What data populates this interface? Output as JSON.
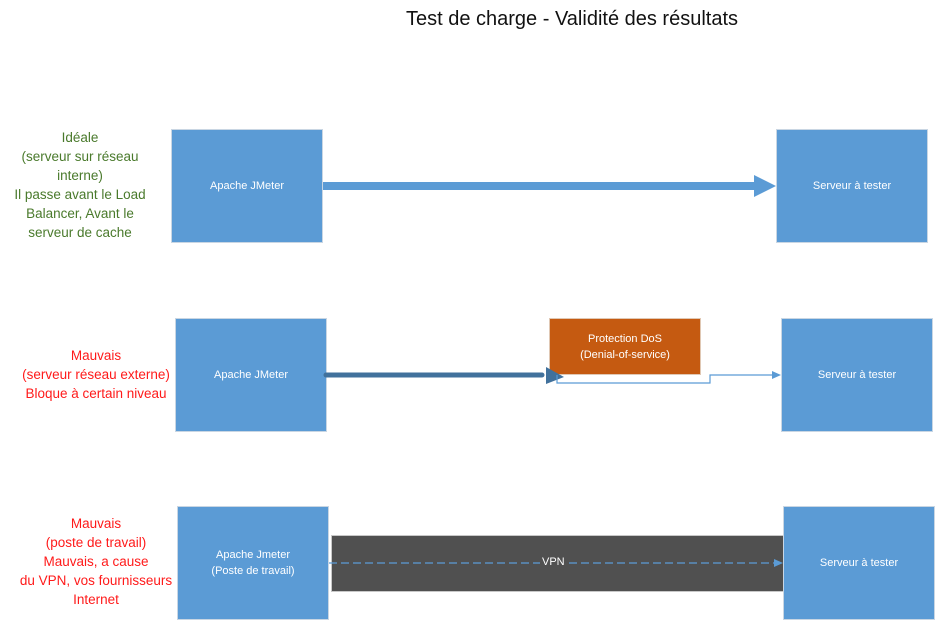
{
  "title": "Test de charge - Validité des résultats",
  "rows": [
    {
      "status": "good",
      "description": [
        "Idéale",
        "(serveur sur réseau",
        "interne)",
        "Il passe avant le Load",
        "Balancer, Avant le",
        "serveur de cache"
      ],
      "client": [
        "Apache JMeter"
      ],
      "server": "Serveur à tester",
      "connection": "direct"
    },
    {
      "status": "bad",
      "description": [
        "Mauvais",
        "(serveur réseau externe)",
        "Bloque à certain niveau"
      ],
      "client": [
        "Apache JMeter"
      ],
      "middleware": [
        "Protection DoS",
        "(Denial-of-service)"
      ],
      "server": "Serveur à tester",
      "connection": "through-dos-protection"
    },
    {
      "status": "bad",
      "description": [
        "Mauvais",
        "(poste de travail)",
        "Mauvais, a cause",
        "du VPN, vos fournisseurs",
        "Internet"
      ],
      "client": [
        "Apache Jmeter",
        "(Poste de travail)"
      ],
      "tunnel": "VPN",
      "server": "Serveur à tester",
      "connection": "dashed-through-vpn"
    }
  ],
  "colors": {
    "good_text": "#4a7a2c",
    "bad_text": "#ff1a1a",
    "box_fill": "#5b9bd5",
    "dos_fill": "#c55a11",
    "vpn_fill": "#505050",
    "arrow_light": "#5b9bd5",
    "arrow_dark": "#41719c"
  }
}
